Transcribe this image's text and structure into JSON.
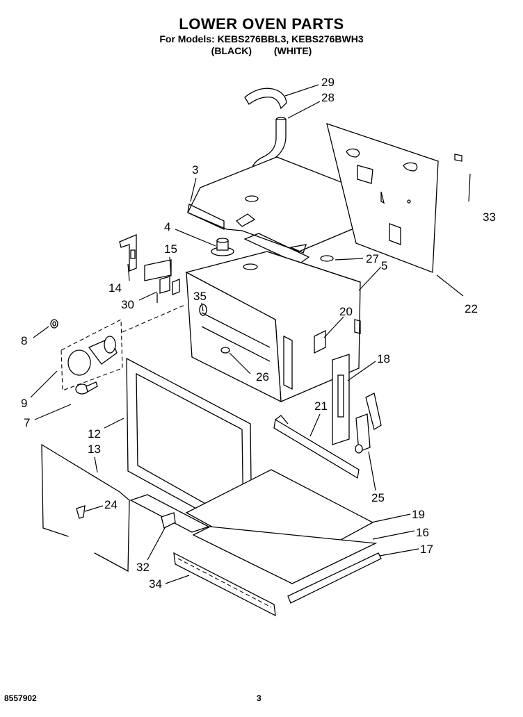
{
  "header": {
    "title": "LOWER OVEN PARTS",
    "models": "For Models: KEBS276BBL3, KEBS276BWH3",
    "variant_black": "(BLACK)",
    "variant_white": "(WHITE)"
  },
  "footer": {
    "doc_number": "8557902",
    "page_number": "3"
  },
  "callouts": {
    "c3": "3",
    "c4": "4",
    "c5": "5",
    "c7": "7",
    "c8": "8",
    "c9": "9",
    "c12": "12",
    "c13": "13",
    "c14": "14",
    "c15": "15",
    "c16": "16",
    "c17": "17",
    "c18": "18",
    "c19": "19",
    "c20": "20",
    "c21": "21",
    "c22": "22",
    "c24": "24",
    "c25": "25",
    "c26": "26",
    "c27": "27",
    "c28": "28",
    "c29": "29",
    "c30": "30",
    "c32": "32",
    "c33": "33",
    "c34": "34",
    "c35": "35"
  }
}
